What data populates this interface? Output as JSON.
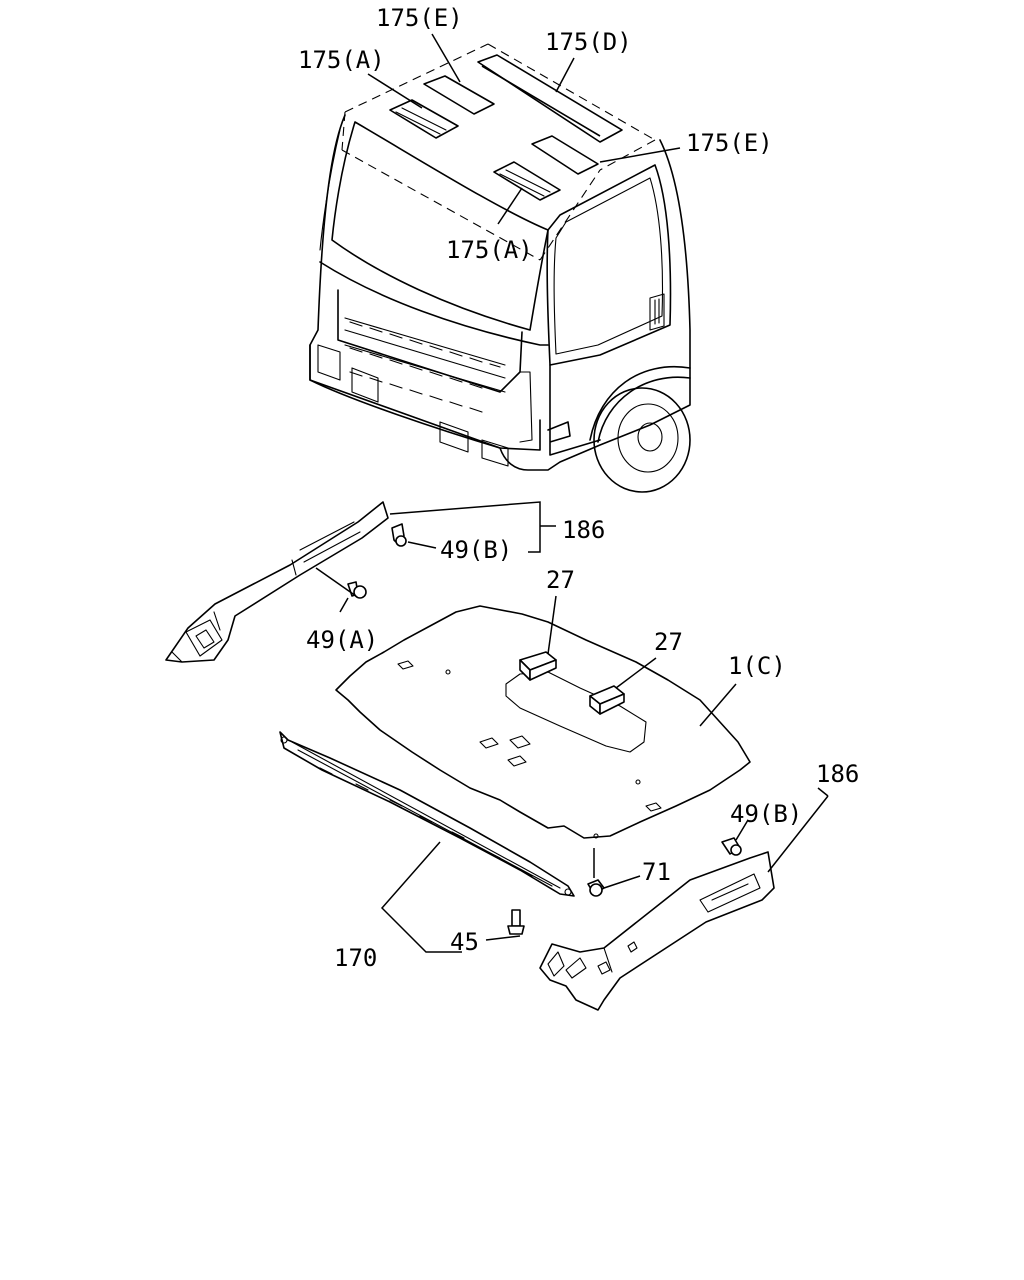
{
  "callouts": {
    "c175e_top": "175(E)",
    "c175d": "175(D)",
    "c175a_top": "175(A)",
    "c175e_right": "175(E)",
    "c175a_mid": "175(A)",
    "c186_left": "186",
    "c49b_left": "49(B)",
    "c49a": "49(A)",
    "c27_top": "27",
    "c27_mid": "27",
    "c1c": "1(C)",
    "c186_right": "186",
    "c49b_right": "49(B)",
    "c71": "71",
    "c45": "45",
    "c170": "170"
  }
}
